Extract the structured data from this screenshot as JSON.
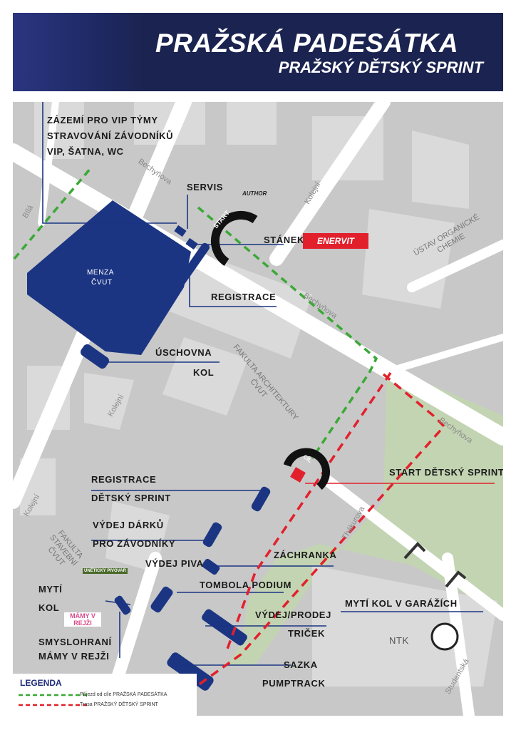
{
  "header": {
    "title": "PRAŽSKÁ PADESÁTKA",
    "subtitle": "PRAŽSKÝ DĚTSKÝ SPRINT"
  },
  "labels": {
    "vip1": "ZÁZEMÍ PRO VIP TÝMY",
    "vip2": "STRAVOVÁNÍ ZÁVODNÍKŮ",
    "vip3": "VIP, ŠATNA, WC",
    "servis": "SERVIS",
    "stanek": "STÁNEK",
    "menza1": "MENZA",
    "menza2": "ČVUT",
    "registrace": "REGISTRACE",
    "uschovna1": "ÚSCHOVNA",
    "uschovna2": "KOL",
    "reg_ds1": "REGISTRACE",
    "reg_ds2": "DĚTSKÝ SPRINT",
    "darky1": "VÝDEJ DÁRKŮ",
    "darky2": "PRO ZÁVODNÍKY",
    "piva": "VÝDEJ PIVA",
    "myti1": "MYTÍ",
    "myti2": "KOL",
    "smysl1": "SMYSLOHRANÍ",
    "smysl2": "MÁMY V REJŽI",
    "start_ds": "START DĚTSKÝ SPRINT",
    "zachranka": "ZÁCHRANKA",
    "tombola": "TOMBOLA PODIUM",
    "vydej1": "VÝDEJ/PRODEJ",
    "vydej2": "TRIČEK",
    "myti_gar": "MYTÍ KOL V GARÁŽÍCH",
    "sazka1": "SAZKA",
    "sazka2": "PUMPTRACK",
    "ntk": "NTK",
    "start": "START",
    "cil": "CÍL"
  },
  "places": {
    "ustav": [
      "ÚSTAV ORGANICKÉ",
      "CHEMIE"
    ],
    "fa": [
      "FAKULTA ARCHITEKTURY",
      "ČVUT"
    ],
    "fsv": [
      "FAKULTA",
      "STAVEBNÍ",
      "ČVUT"
    ]
  },
  "streets": {
    "bechynova": "Bechyňova",
    "koleji": "Kolejní",
    "bila": "Bílá",
    "thakurova": "Thákurova",
    "studentska": "Studentská"
  },
  "logos": {
    "author": "AUTHOR",
    "enervit": "ENERVIT",
    "uneticky": "ÚNĚTICKÝ PIVOVAR",
    "mamy": "MÁMY V REJŽI"
  },
  "legend": {
    "title": "LEGENDA",
    "green": "Příjezd od cíle PRAŽSKÁ PADESÁTKA",
    "red": "Trasa PRAŽSKÝ DĚTSKÝ SPRINT"
  },
  "colors": {
    "navy": "#1b3583",
    "green_route": "#3aa935",
    "red_route": "#e2202c",
    "park": "#c3d4b2",
    "building": "#dadada",
    "road": "#ffffff"
  }
}
